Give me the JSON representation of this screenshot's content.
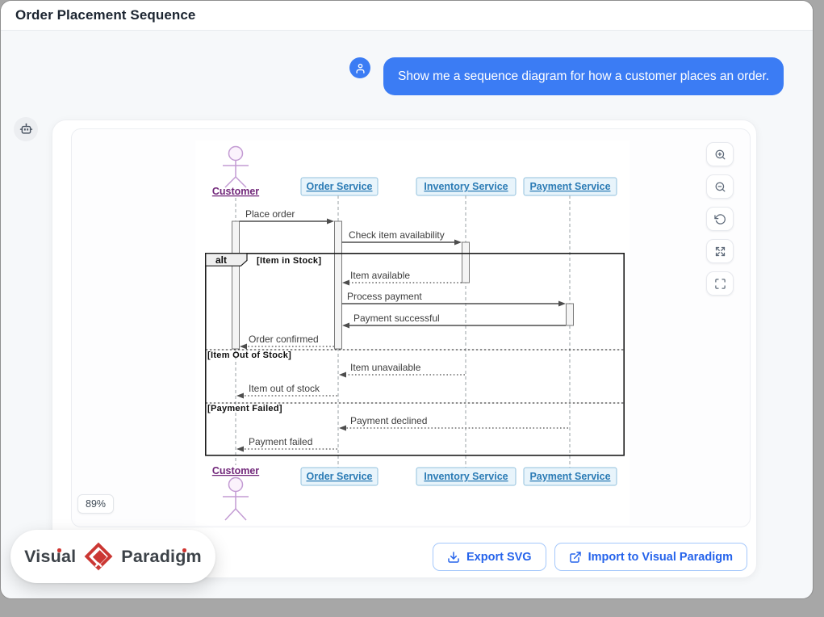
{
  "window": {
    "title": "Order Placement Sequence"
  },
  "chat": {
    "user_message": "Show me a sequence diagram for how a customer places an order."
  },
  "viewer": {
    "zoom_level": "89%",
    "controls": [
      "zoom-in",
      "zoom-out",
      "reset-view",
      "expand",
      "fullscreen"
    ]
  },
  "footer": {
    "logo": {
      "word1": "Visual",
      "word2": "Paradigm"
    },
    "export_button": "Export SVG",
    "import_button": "Import to Visual Paradigm"
  },
  "diagram": {
    "operator": "alt",
    "participants": [
      "Customer",
      "Order Service",
      "Inventory Service",
      "Payment Service"
    ],
    "guards": [
      "[Item in Stock]",
      "[Item Out of Stock]",
      "[Payment Failed]"
    ],
    "messages": [
      {
        "from": "Customer",
        "to": "Order Service",
        "label": "Place order",
        "style": "solid"
      },
      {
        "from": "Order Service",
        "to": "Inventory Service",
        "label": "Check item availability",
        "style": "solid"
      },
      {
        "from": "Inventory Service",
        "to": "Order Service",
        "label": "Item available",
        "style": "dotted"
      },
      {
        "from": "Order Service",
        "to": "Payment Service",
        "label": "Process payment",
        "style": "solid"
      },
      {
        "from": "Payment Service",
        "to": "Order Service",
        "label": "Payment successful",
        "style": "solid"
      },
      {
        "from": "Order Service",
        "to": "Customer",
        "label": "Order confirmed",
        "style": "dotted"
      },
      {
        "from": "Inventory Service",
        "to": "Order Service",
        "label": "Item unavailable",
        "style": "dotted"
      },
      {
        "from": "Order Service",
        "to": "Customer",
        "label": "Item out of stock",
        "style": "dotted"
      },
      {
        "from": "Payment Service",
        "to": "Order Service",
        "label": "Payment declined",
        "style": "dotted"
      },
      {
        "from": "Order Service",
        "to": "Customer",
        "label": "Payment failed",
        "style": "dotted"
      }
    ]
  },
  "colors": {
    "accent_blue": "#3b7cf4",
    "button_blue": "#2563eb",
    "brand_red": "#cb3733",
    "participant_fill": "#e8f4fb",
    "participant_text": "#2b7bb5",
    "actor_purple": "#71277a"
  }
}
